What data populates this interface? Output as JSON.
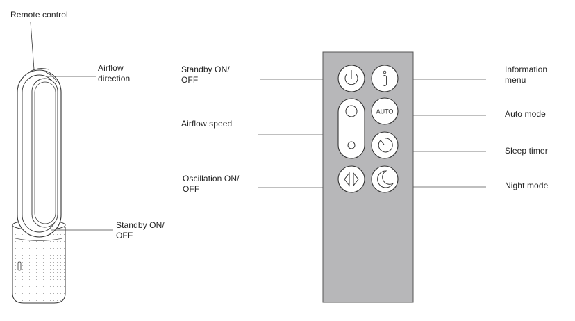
{
  "fan": {
    "remote_control_label": "Remote control",
    "airflow_direction_label": [
      "Airflow",
      "direction"
    ],
    "standby_label": [
      "Standby ON/",
      "OFF"
    ]
  },
  "remote": {
    "left_labels": {
      "standby": [
        "Standby ON/",
        "OFF"
      ],
      "airflow_speed": "Airflow speed",
      "oscillation": [
        "Oscillation ON/",
        "OFF"
      ]
    },
    "right_labels": {
      "information": [
        "Information",
        "menu"
      ],
      "auto_mode": "Auto mode",
      "sleep_timer": "Sleep timer",
      "night_mode": "Night mode"
    },
    "auto_button_text": "AUTO",
    "icons": [
      "power-icon",
      "info-icon",
      "speed-icon",
      "auto-icon",
      "timer-icon",
      "oscillation-icon",
      "moon-icon"
    ],
    "body_color": "#b7b7b9"
  }
}
